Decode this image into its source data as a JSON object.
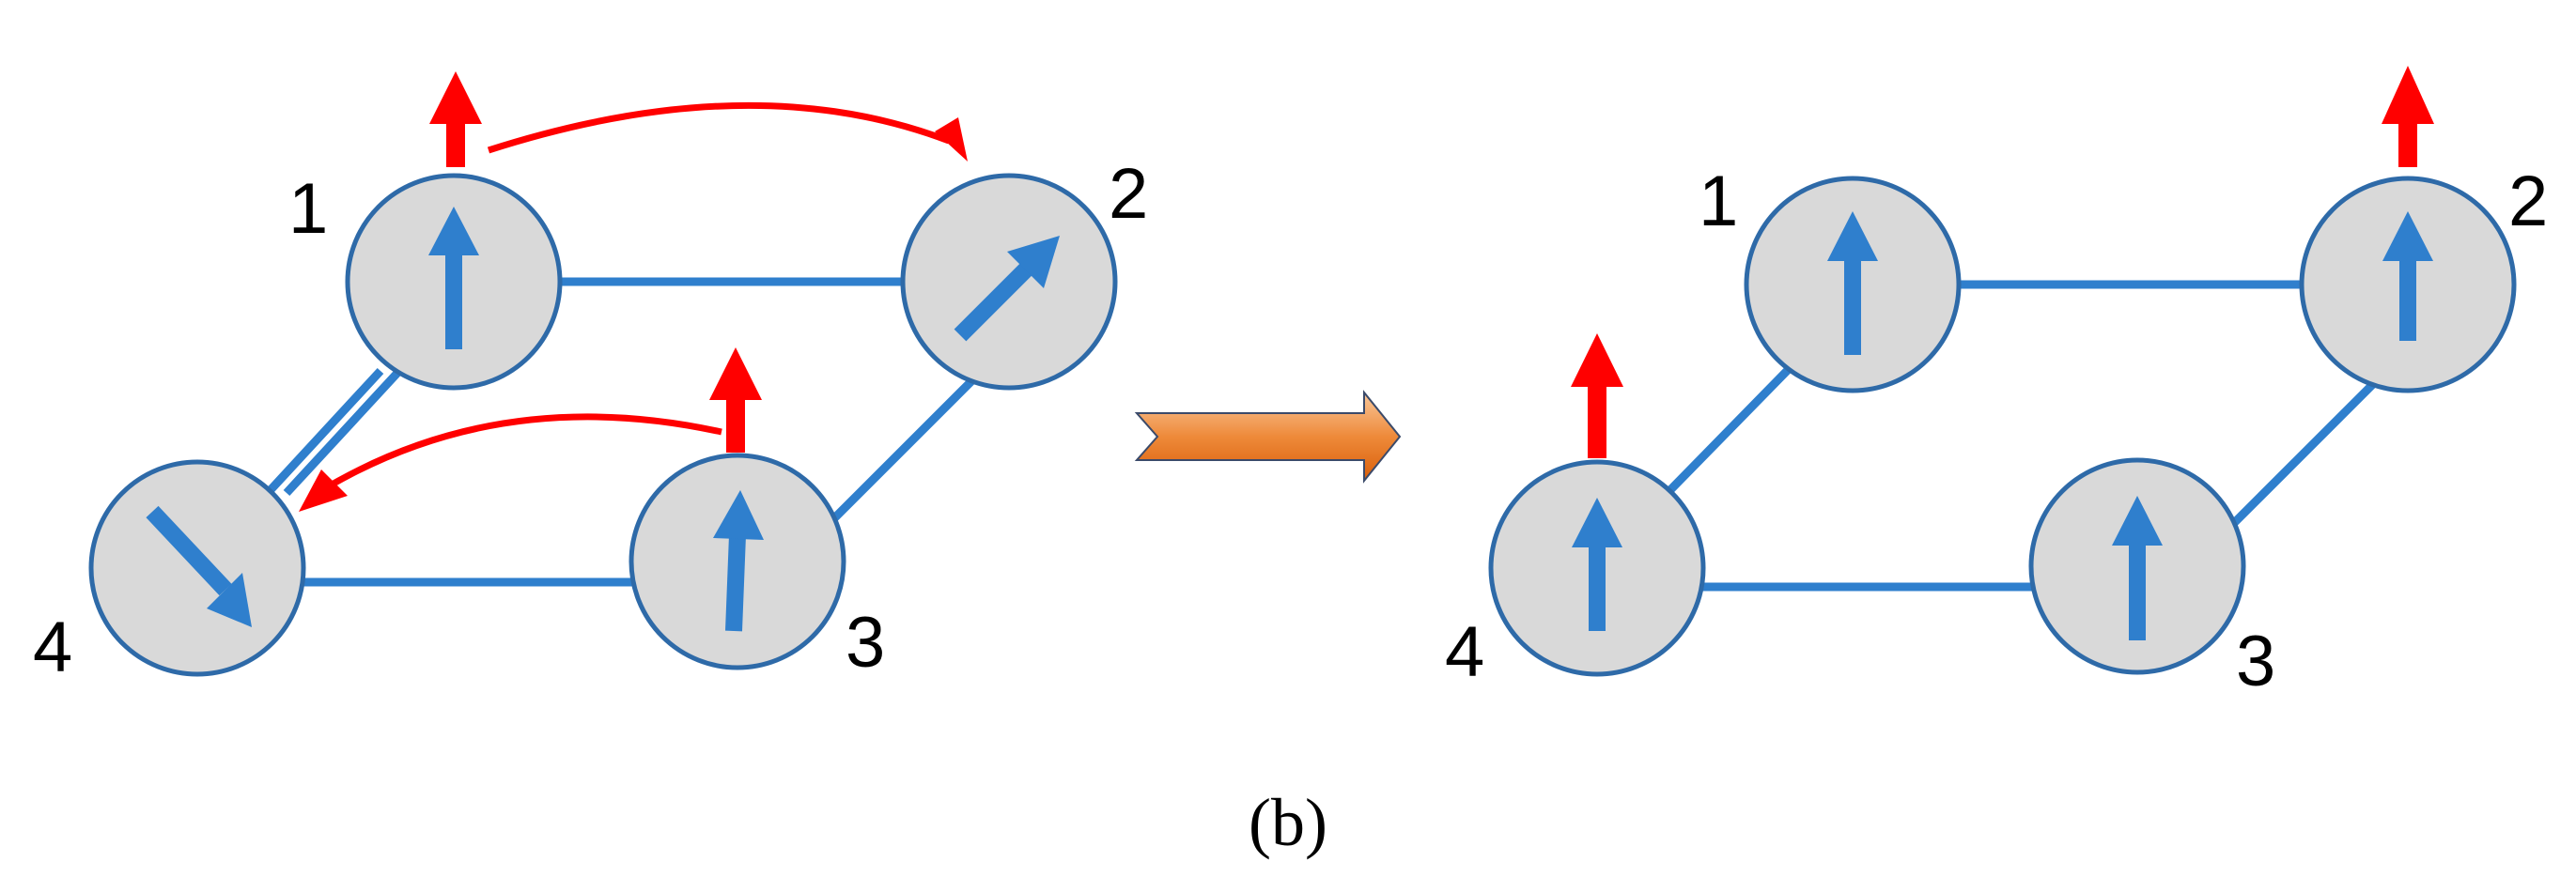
{
  "diagram": {
    "caption": "(b)",
    "colors": {
      "node_fill": "#d9d9d9",
      "node_stroke": "#2e6aa8",
      "edge": "#2f7fcd",
      "spin_arrow": "#2f7fcd",
      "red_arrow": "#ff0000",
      "transition_arrow_start": "#f7b877",
      "transition_arrow_end": "#e8670f"
    },
    "before": {
      "nodes": [
        {
          "id": "1",
          "label": "1",
          "spin": "up"
        },
        {
          "id": "2",
          "label": "2",
          "spin": "up-right"
        },
        {
          "id": "3",
          "label": "3",
          "spin": "up"
        },
        {
          "id": "4",
          "label": "4",
          "spin": "down-right"
        }
      ],
      "edges": [
        [
          "1",
          "2"
        ],
        [
          "1",
          "4"
        ],
        [
          "2",
          "3"
        ],
        [
          "3",
          "4"
        ]
      ],
      "red_arrows_on": [
        "1",
        "3"
      ],
      "transfers": [
        [
          "1",
          "2"
        ],
        [
          "3",
          "4"
        ]
      ]
    },
    "after": {
      "nodes": [
        {
          "id": "1",
          "label": "1",
          "spin": "up"
        },
        {
          "id": "2",
          "label": "2",
          "spin": "up"
        },
        {
          "id": "3",
          "label": "3",
          "spin": "up"
        },
        {
          "id": "4",
          "label": "4",
          "spin": "up"
        }
      ],
      "edges": [
        [
          "1",
          "2"
        ],
        [
          "1",
          "4"
        ],
        [
          "2",
          "3"
        ],
        [
          "3",
          "4"
        ]
      ],
      "red_arrows_on": [
        "2",
        "4"
      ]
    }
  }
}
